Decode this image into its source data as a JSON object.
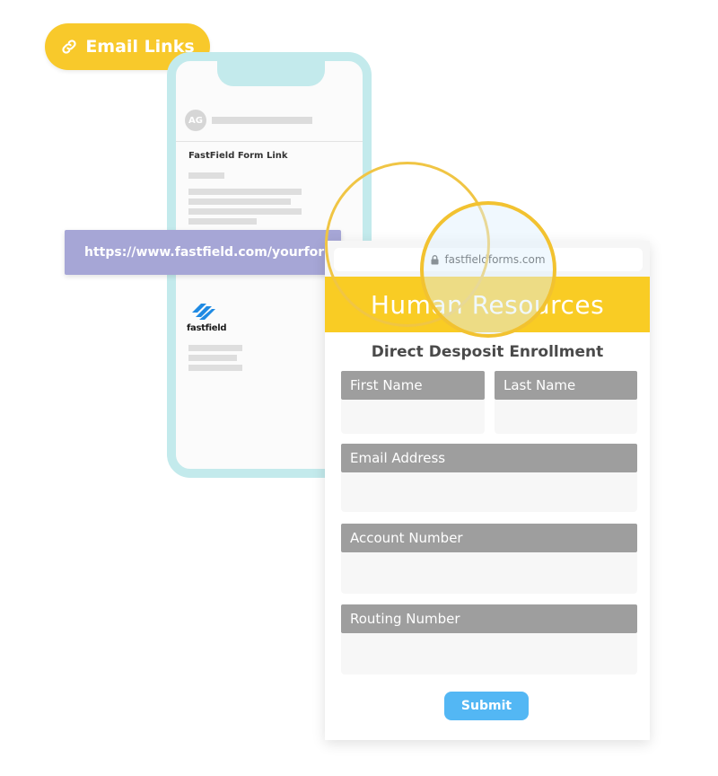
{
  "badge": {
    "label": "Email Links",
    "icon": "link-icon",
    "color": "#f8c92b"
  },
  "email": {
    "avatar_initials": "AG",
    "subject": "FastField Form Link",
    "logo_text": "fastfield"
  },
  "url_bar": {
    "url": "https://www.fastfield.com/yourform",
    "color": "#a6a6d6"
  },
  "browser": {
    "address": "fastfieldforms.com",
    "header": "Human Resources",
    "header_color": "#f9cc24",
    "form_title": "Direct Desposit Enrollment",
    "fields": {
      "first_name": "First Name",
      "last_name": "Last Name",
      "email": "Email Address",
      "account": "Account Number",
      "routing": "Routing Number"
    },
    "submit_label": "Submit",
    "submit_color": "#53b7f4"
  }
}
